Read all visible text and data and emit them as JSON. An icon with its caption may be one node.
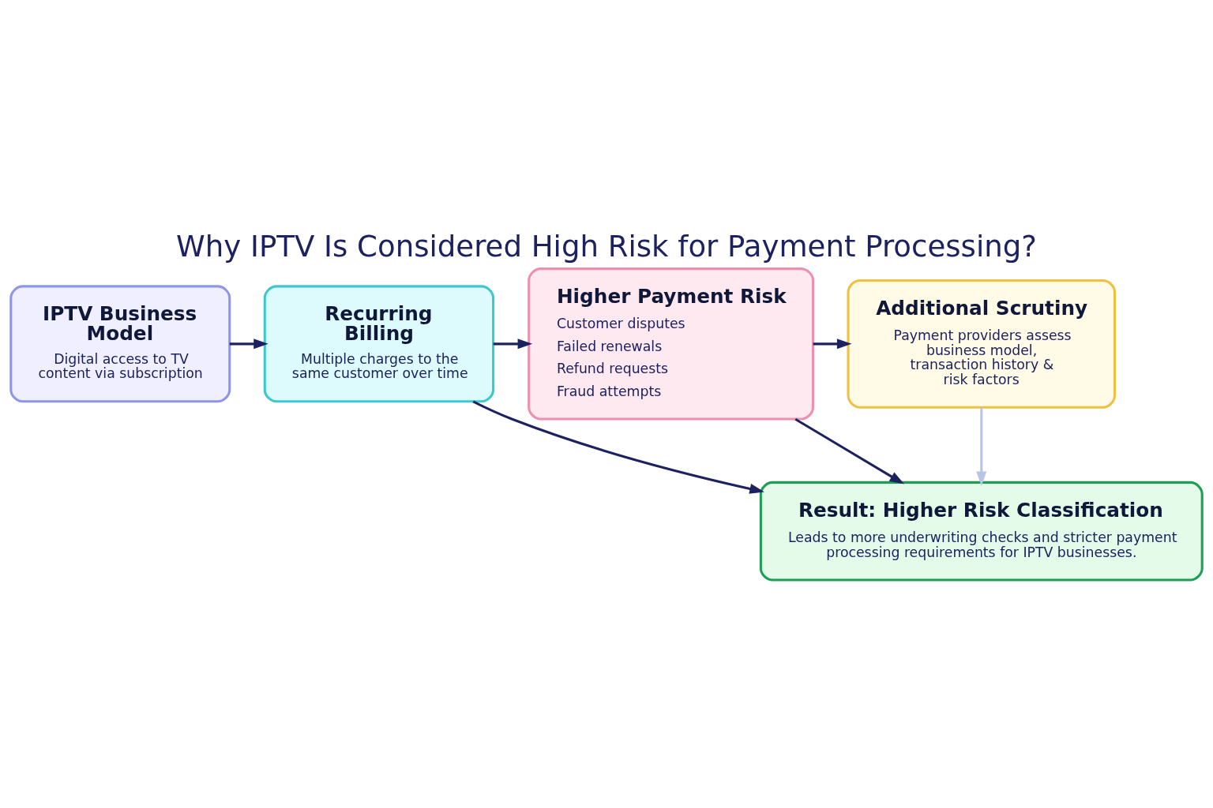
{
  "diagram": {
    "title": "Why IPTV Is Considered High Risk for Payment Processing?",
    "nodes": [
      {
        "text": [
          "IPTV Business Model",
          "Digital access to TV content via subscription"
        ]
      },
      {
        "text": [
          "Recurring Billing",
          "Multiple charges to the same customer over time"
        ]
      },
      {
        "text": [
          "Higher Payment Risk",
          "Customer disputes",
          "Failed renewals",
          "Refund requests",
          "Fraud attempts"
        ]
      },
      {
        "text": [
          "Additional Scrutiny",
          "Payment providers assess business model, transaction history & risk factors"
        ]
      },
      {
        "text": [
          "Result: Higher Risk Classification",
          "Leads to more underwriting checks and stricter payment processing requirements for IPTV businesses."
        ]
      }
    ],
    "edges": [
      {
        "from": 0,
        "to": 1,
        "arrow": "to"
      },
      {
        "from": 1,
        "to": 2,
        "arrow": "to"
      },
      {
        "from": 2,
        "to": 3,
        "arrow": "to"
      },
      {
        "from": 1,
        "to": 4,
        "arrow": "to"
      },
      {
        "from": 2,
        "to": 4,
        "arrow": "to"
      },
      {
        "from": 3,
        "to": 4,
        "arrow": "to",
        "color": "#b8c4e8"
      }
    ]
  }
}
